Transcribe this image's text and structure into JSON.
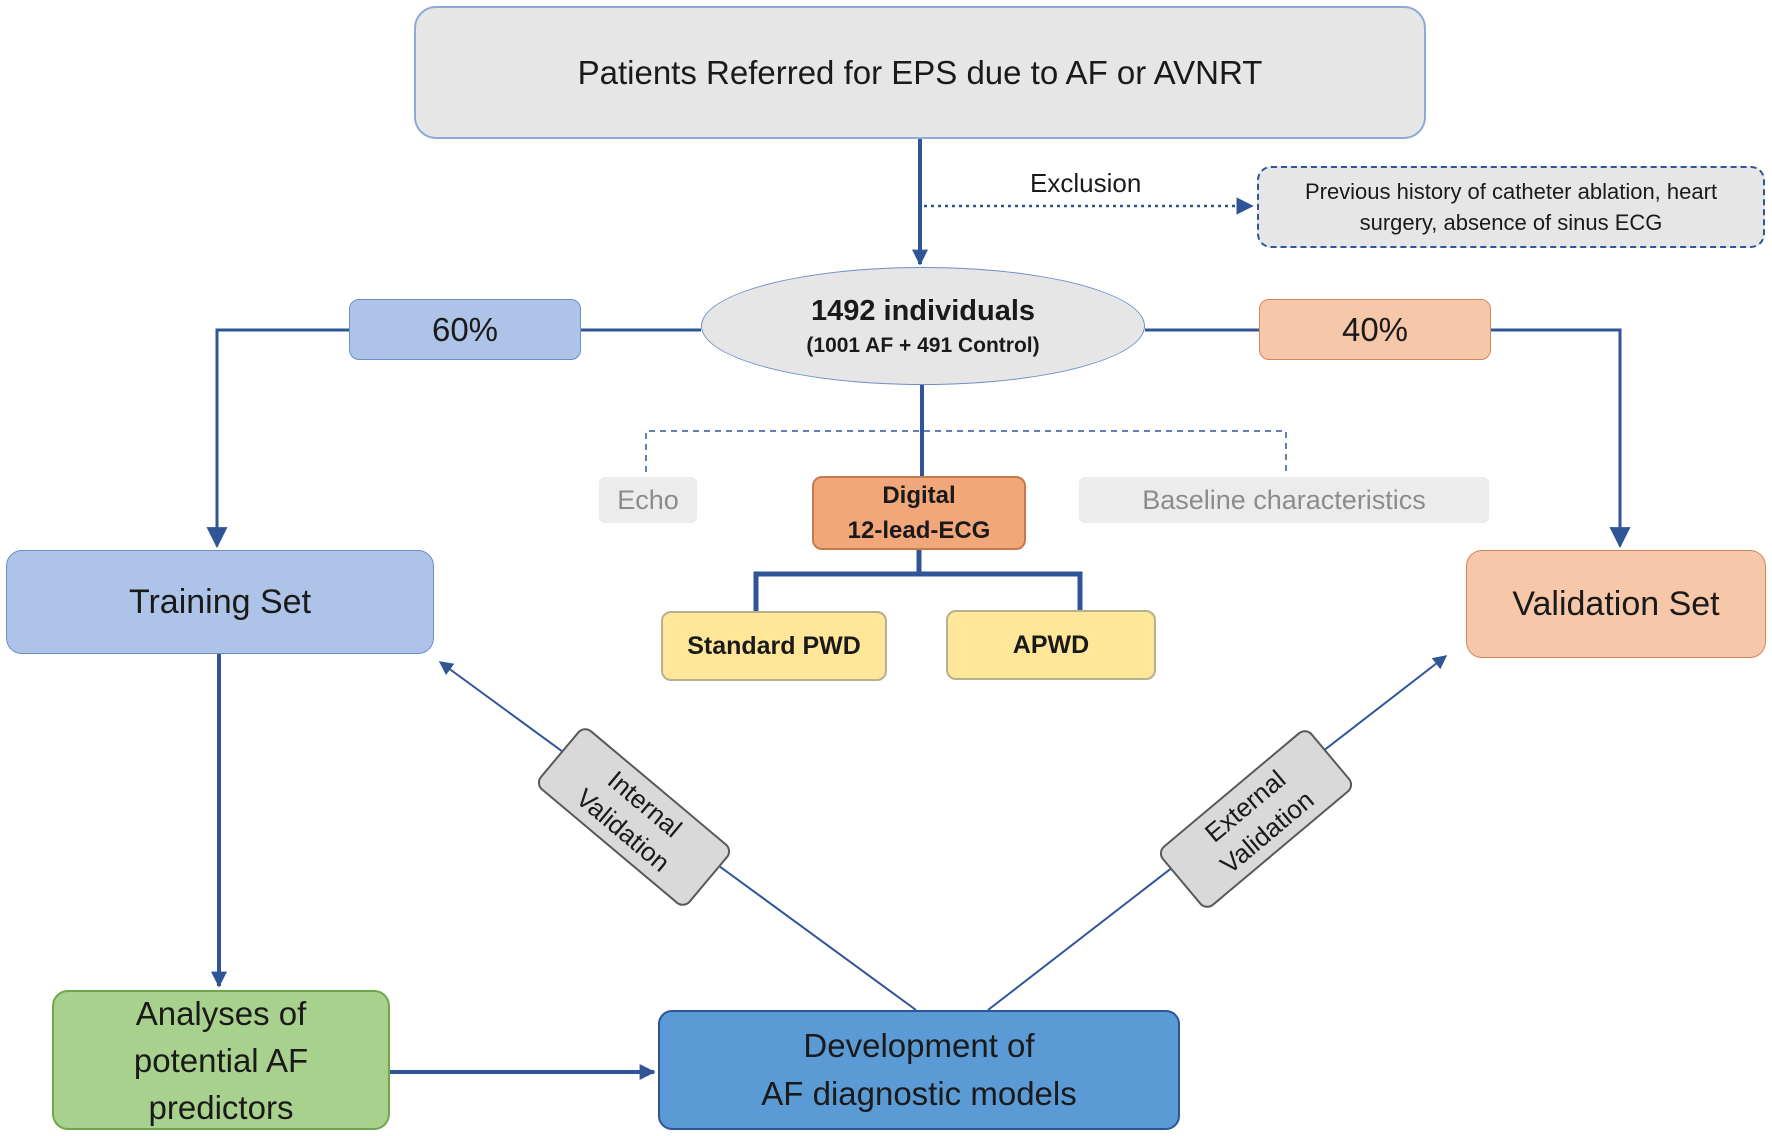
{
  "nodes": {
    "top": "Patients Referred for EPS due to AF or AVNRT",
    "exclusion_label": "Exclusion",
    "exclusion_note": "Previous history of catheter ablation, heart surgery, absence of sinus ECG",
    "cohort_main": "1492 individuals",
    "cohort_sub": "(1001 AF + 491 Control)",
    "split_left": "60%",
    "split_right": "40%",
    "echo": "Echo",
    "ecg_line1": "Digital",
    "ecg_line2": "12-lead-ECG",
    "baseline": "Baseline characteristics",
    "standard_pwd": "Standard PWD",
    "apwd": "APWD",
    "training_set": "Training Set",
    "validation_set": "Validation Set",
    "analyses_line1": "Analyses of",
    "analyses_line2": "potential AF",
    "analyses_line3": "predictors",
    "develop_line1": "Development of",
    "develop_line2": "AF diagnostic models",
    "internal_line1": "Internal",
    "internal_line2": "Validation",
    "external_line1": "External",
    "external_line2": "Validation"
  },
  "colors": {
    "connector": "#2f5597",
    "node_gray": "#e6e6e6",
    "training_blue": "#aec3e8",
    "validation_peach": "#f6c7a8",
    "ecg_orange": "#f2a77a",
    "pwd_yellow": "#ffe699",
    "analyses_green": "#a9d18e",
    "develop_blue": "#5b9bd5"
  }
}
